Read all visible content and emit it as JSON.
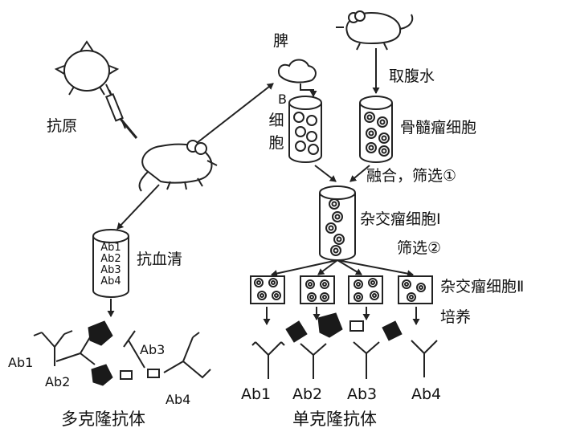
{
  "labels": {
    "antigen": "抗原",
    "spleen": "脾",
    "ascites": "取腹水",
    "b_cell_letter": "B",
    "b_cell_chars": [
      "细",
      "胞"
    ],
    "myeloma": "骨髓瘤细胞",
    "fuse_select": "融合，筛选①",
    "hybridoma1": "杂交瘤细胞Ⅰ",
    "select2": "筛选②",
    "hybridoma2": "杂交瘤细胞Ⅱ",
    "culture": "培养",
    "antiserum": "抗血清",
    "polyclonal": "多克隆抗体",
    "monoclonal": "单克隆抗体"
  },
  "serum_tube": [
    "Ab1",
    "Ab2",
    "Ab3",
    "Ab4"
  ],
  "polyclonal_antibodies": [
    "Ab1",
    "Ab2",
    "Ab3",
    "Ab4"
  ],
  "monoclonal_antibodies": [
    "Ab1",
    "Ab2",
    "Ab3",
    "Ab4"
  ]
}
